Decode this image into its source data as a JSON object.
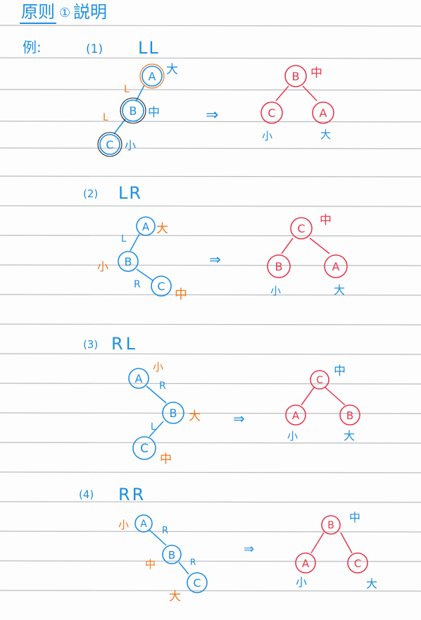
{
  "page": {
    "title_underlined": "原则",
    "title_number": "①",
    "title_rest": "説明",
    "example_label": "例:"
  },
  "colors": {
    "ruled_line": "#b9bcc0",
    "blue": "#1e8fe0",
    "red": "#e8384f",
    "orange": "#f0781e",
    "black": "#222222"
  },
  "cases": [
    {
      "number": "(1)",
      "name": "LL",
      "before": {
        "nodes": [
          {
            "label": "A",
            "tag": "大"
          },
          {
            "label": "B",
            "tag": "中"
          },
          {
            "label": "C",
            "tag": "小"
          }
        ],
        "edges": [
          "L",
          "L"
        ]
      },
      "arrow": "⇒",
      "after": {
        "root": {
          "label": "B",
          "tag": "中"
        },
        "left": {
          "label": "C",
          "tag": "小"
        },
        "right": {
          "label": "A",
          "tag": "大"
        }
      }
    },
    {
      "number": "(2)",
      "name": "LR",
      "before": {
        "nodes": [
          {
            "label": "A",
            "tag": "大"
          },
          {
            "label": "B",
            "tag": "小"
          },
          {
            "label": "C",
            "tag": "中"
          }
        ],
        "edges": [
          "L",
          "R"
        ]
      },
      "arrow": "⇒",
      "after": {
        "root": {
          "label": "C",
          "tag": "中"
        },
        "left": {
          "label": "B",
          "tag": "小"
        },
        "right": {
          "label": "A",
          "tag": "大"
        }
      }
    },
    {
      "number": "(3)",
      "name": "RL",
      "before": {
        "nodes": [
          {
            "label": "A",
            "tag": "小"
          },
          {
            "label": "B",
            "tag": "大"
          },
          {
            "label": "C",
            "tag": "中"
          }
        ],
        "edges": [
          "R",
          "L"
        ]
      },
      "arrow": "⇒",
      "after": {
        "root": {
          "label": "C",
          "tag": "中"
        },
        "left": {
          "label": "A",
          "tag": "小"
        },
        "right": {
          "label": "B",
          "tag": "大"
        }
      }
    },
    {
      "number": "(4)",
      "name": "RR",
      "before": {
        "nodes": [
          {
            "label": "A",
            "tag": "小"
          },
          {
            "label": "B",
            "tag": "中"
          },
          {
            "label": "C",
            "tag": "大"
          }
        ],
        "edges": [
          "R",
          "R"
        ]
      },
      "arrow": "⇒",
      "after": {
        "root": {
          "label": "B",
          "tag": "中"
        },
        "left": {
          "label": "A",
          "tag": "小"
        },
        "right": {
          "label": "C",
          "tag": "大"
        }
      }
    }
  ]
}
